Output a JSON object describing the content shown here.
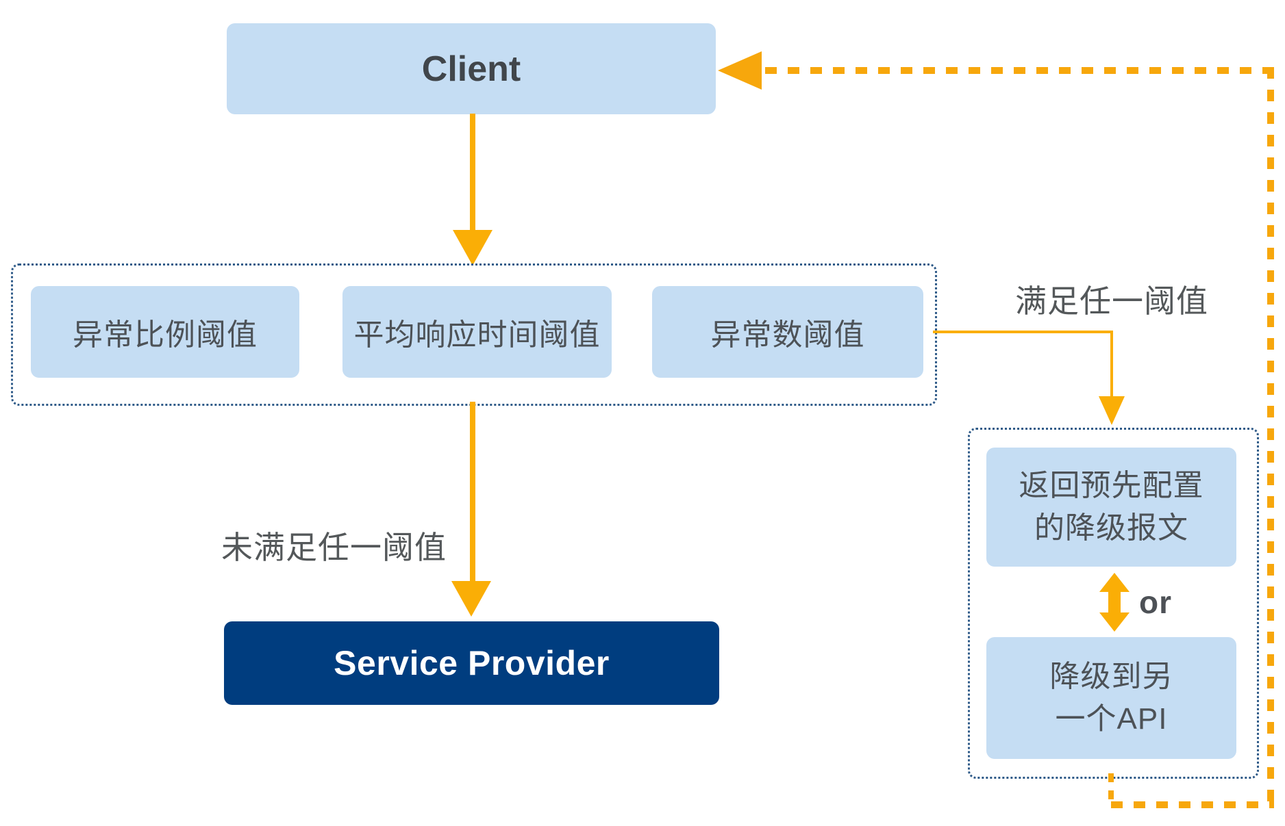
{
  "client": {
    "label": "Client"
  },
  "thresholds": [
    {
      "label": "异常比例阈值"
    },
    {
      "label": "平均响应时间阈值"
    },
    {
      "label": "异常数阈值"
    }
  ],
  "edges": {
    "meet_any_label": "满足任一阈值",
    "not_meet_any_label": "未满足任一阈值",
    "or_label": "or"
  },
  "service_provider": {
    "label": "Service Provider"
  },
  "fallback_options": {
    "preconfigured_response": {
      "line1": "返回预先配置",
      "line2": "的降级报文"
    },
    "another_api": {
      "line1": "降级到另",
      "line2": "一个API"
    }
  },
  "colors": {
    "box_fill": "#C5DDF3",
    "provider_fill": "#003D7F",
    "provider_text": "#FFFFFF",
    "solid_arrow": "#FAAE06",
    "dashed_arrow": "#F7A70C",
    "container_border": "#2E5A88",
    "text": "#4D5257"
  }
}
